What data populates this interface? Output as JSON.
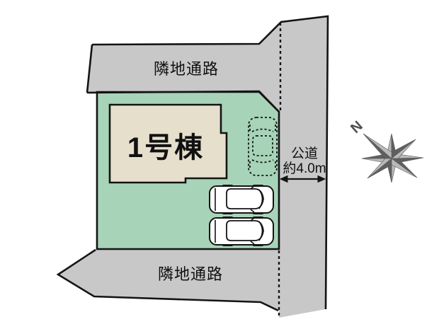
{
  "diagram": {
    "building": {
      "label": "1号棟"
    },
    "roads": {
      "top": {
        "label": "隣地通路"
      },
      "bottom": {
        "label": "隣地通路"
      },
      "right": {
        "name_label": "公道",
        "width_label": "約4.0m"
      }
    },
    "compass": {
      "north_label": "N"
    },
    "parking": {
      "cars_visible": 2,
      "dashed_spaces_visible": 1
    }
  },
  "colors": {
    "plot_green": "#a7d4b8",
    "road_gray": "#c8c8c9",
    "building_beige": "#e6dfcc",
    "outline_black": "#141414",
    "compass_dark": "#5f5f5f",
    "compass_light": "#b9b9b9"
  }
}
